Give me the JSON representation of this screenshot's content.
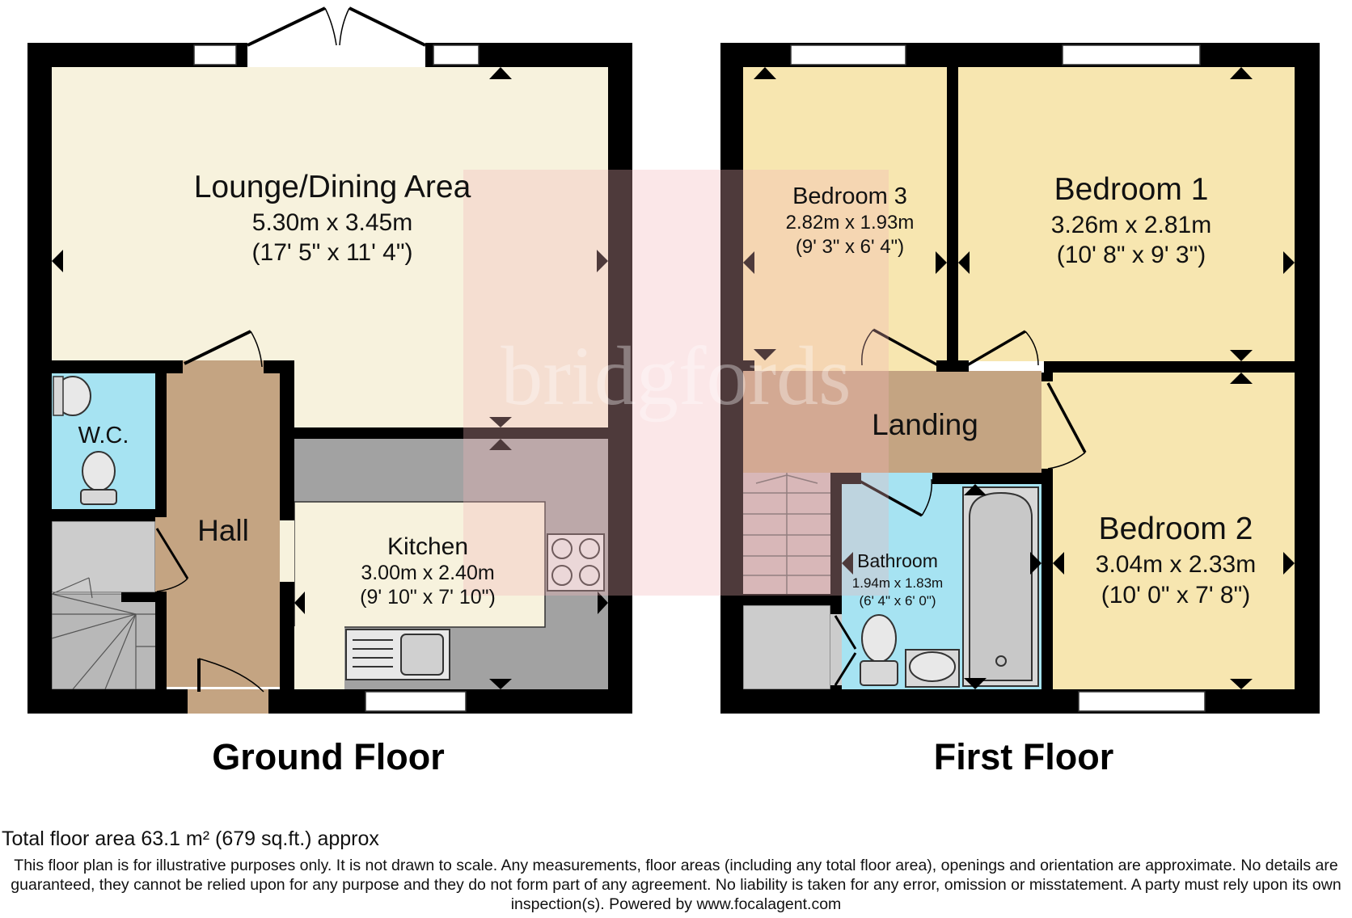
{
  "brand": {
    "watermark": "bridgfords"
  },
  "colors": {
    "wall": "#000000",
    "lounge": "#f7f2dd",
    "kitchen_worktop": "#a2a2a2",
    "kitchen_floor": "#f7f2dd",
    "hall": "#c4a482",
    "landing": "#c4a482",
    "wc": "#a6e3f2",
    "bathroom": "#a6e3f2",
    "bedroom": "#f7e6b0",
    "stairs": "#cccccc",
    "watermark_tint": "#f4b3b7"
  },
  "ground_floor": {
    "title": "Ground Floor",
    "rooms": {
      "lounge": {
        "name": "Lounge/Dining Area",
        "metric": "5.30m x 3.45m",
        "imperial": "(17' 5\" x 11' 4\")"
      },
      "kitchen": {
        "name": "Kitchen",
        "metric": "3.00m x 2.40m",
        "imperial": "(9' 10\" x 7' 10\")"
      },
      "hall": {
        "name": "Hall"
      },
      "wc": {
        "name": "W.C."
      }
    }
  },
  "first_floor": {
    "title": "First Floor",
    "rooms": {
      "bedroom3": {
        "name": "Bedroom 3",
        "metric": "2.82m x 1.93m",
        "imperial": "(9' 3\" x 6' 4\")"
      },
      "bedroom1": {
        "name": "Bedroom 1",
        "metric": "3.26m x 2.81m",
        "imperial": "(10' 8\" x 9' 3\")"
      },
      "bedroom2": {
        "name": "Bedroom 2",
        "metric": "3.04m x 2.33m",
        "imperial": "(10' 0\" x 7' 8\")"
      },
      "landing": {
        "name": "Landing"
      },
      "bathroom": {
        "name": "Bathroom",
        "metric": "1.94m x 1.83m",
        "imperial": "(6' 4\" x 6' 0\")"
      }
    }
  },
  "footer": {
    "total_area": "Total floor area 63.1 m² (679 sq.ft.) approx",
    "disclaimer": "This floor plan is for illustrative purposes only. It is not drawn to scale. Any measurements, floor areas (including any total floor area), openings and orientation are approximate. No details are guaranteed, they cannot be relied upon for any purpose and they do not form part of any agreement. No liability is taken for any error, omission or misstatement. A party must rely upon its own inspection(s). Powered by www.focalagent.com"
  }
}
